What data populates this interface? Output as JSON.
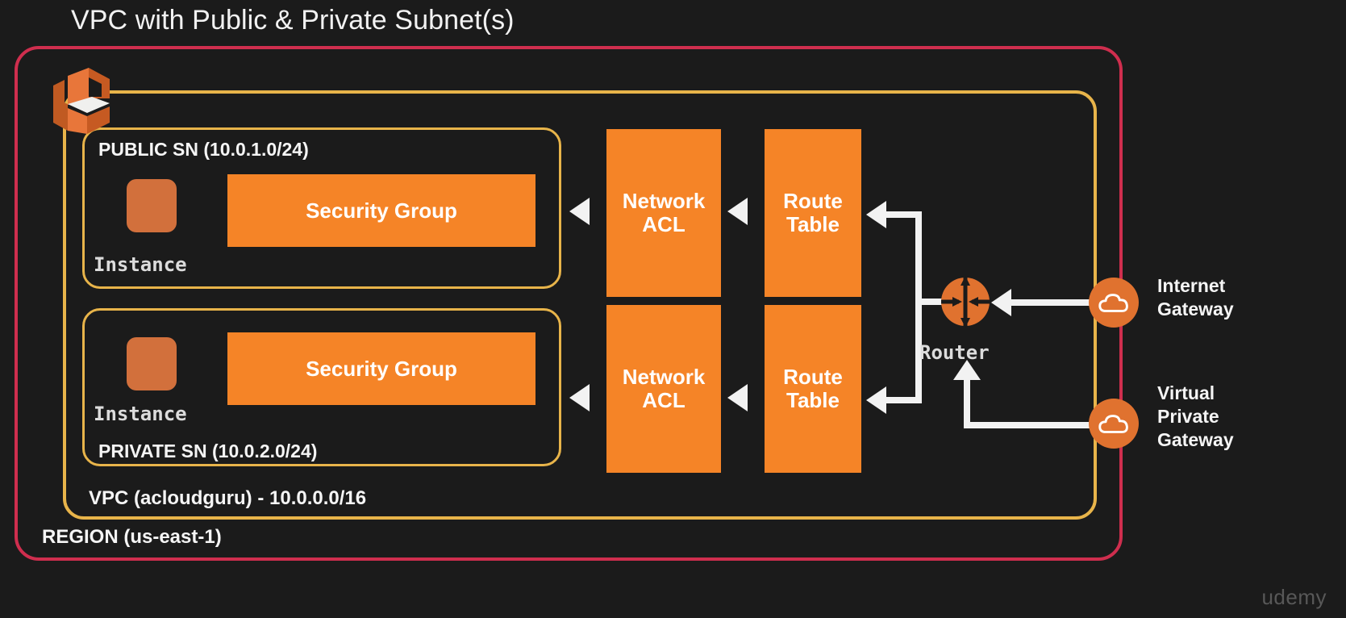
{
  "title": "VPC with Public & Private Subnet(s)",
  "region": {
    "label": "REGION (us-east-1)",
    "border_color": "#cf2e4e"
  },
  "vpc": {
    "label": "VPC (acloudguru) - 10.0.0.0/16",
    "border_color": "#e8b44a",
    "icon": "aws-vpc-cube-icon"
  },
  "subnets": [
    {
      "name": "public",
      "label": "PUBLIC SN (10.0.1.0/24)",
      "instance_label": "Instance",
      "security_group_label": "Security Group"
    },
    {
      "name": "private",
      "label": "PRIVATE SN (10.0.2.0/24)",
      "instance_label": "Instance",
      "security_group_label": "Security Group"
    }
  ],
  "services": {
    "nacl_public": "Network\nACL",
    "nacl_public_line1": "Network",
    "nacl_public_line2": "ACL",
    "rt_public_line1": "Route",
    "rt_public_line2": "Table",
    "nacl_private_line1": "Network",
    "nacl_private_line2": "ACL",
    "rt_private_line1": "Route",
    "rt_private_line2": "Table",
    "box_color": "#f58427"
  },
  "router": {
    "label": "Router",
    "icon": "router-icon",
    "icon_color": "#e0722f"
  },
  "gateways": [
    {
      "name": "internet-gateway",
      "label_line1": "Internet",
      "label_line2": "Gateway",
      "icon": "cloud-icon",
      "icon_color": "#e0722f"
    },
    {
      "name": "virtual-private-gateway",
      "label_line1": "Virtual",
      "label_line2": "Private",
      "label_line3": "Gateway",
      "icon": "cloud-icon",
      "icon_color": "#e0722f"
    }
  ],
  "watermark": "udemy"
}
